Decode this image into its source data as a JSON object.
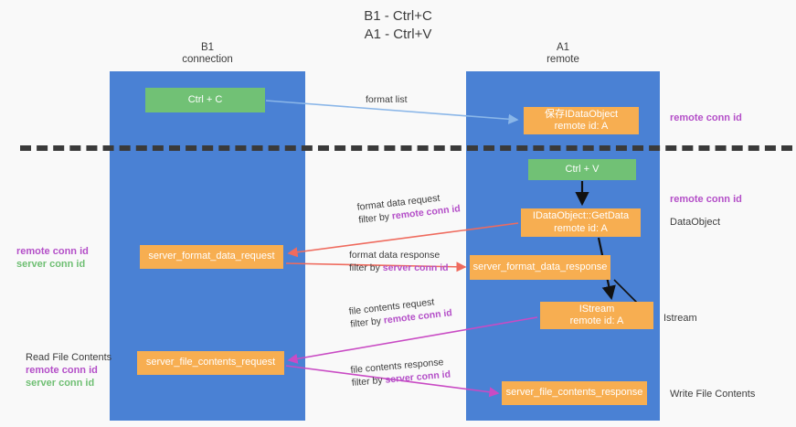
{
  "title": {
    "line1": "B1 - Ctrl+C",
    "line2": "A1 - Ctrl+V"
  },
  "lanes": [
    {
      "id": "b1",
      "name": "B1",
      "sub": "connection",
      "color": "#4a81d4"
    },
    {
      "id": "a1",
      "name": "A1",
      "sub": "remote",
      "color": "#4a81d4"
    }
  ],
  "colors": {
    "lane": "#4a81d4",
    "green_node": "#71c175",
    "orange_node": "#f7ae51",
    "purple_text": "#b44fc8",
    "green_text": "#6fbf73",
    "blue_arrow": "#8ab6e8",
    "red_arrow": "#ef6b5e",
    "magenta_arrow": "#c94bc4",
    "black_arrow": "#111111",
    "divider": "#3a3a3a",
    "background": "#f9f9f9"
  },
  "nodes": {
    "ctrl_c": {
      "line1": "Ctrl + C",
      "line2": ""
    },
    "dataobject_store": {
      "line1": "保存IDataObject",
      "line2": "remote id: A"
    },
    "ctrl_v": {
      "line1": "Ctrl + V",
      "line2": ""
    },
    "getdata": {
      "line1": "IDataObject::GetData",
      "line2": "remote id: A"
    },
    "server_format_data_request": {
      "line1": "server_format_data_request",
      "line2": ""
    },
    "server_format_data_response": {
      "line1": "server_format_data_response",
      "line2": ""
    },
    "istream": {
      "line1": "IStream",
      "line2": "remote id: A"
    },
    "server_file_contents_request": {
      "line1": "server_file_contents_request",
      "line2": ""
    },
    "server_file_contents_response": {
      "line1": "server_file_contents_response",
      "line2": ""
    }
  },
  "edge_labels": {
    "format_list": {
      "main": "format list",
      "filter_prefix": "",
      "filter_key": ""
    },
    "format_data_request": {
      "main": "format data request",
      "filter_prefix": "filter by ",
      "filter_key": "remote conn id"
    },
    "format_data_response": {
      "main": "format data response",
      "filter_prefix": "filter by ",
      "filter_key": "server conn id"
    },
    "file_contents_request": {
      "main": "file contents request",
      "filter_prefix": "filter by ",
      "filter_key": "remote conn id"
    },
    "file_contents_response": {
      "main": "file contents response",
      "filter_prefix": "filter by ",
      "filter_key": "server conn id"
    }
  },
  "annotations": {
    "right_remote_conn_id_top": "remote conn id",
    "right_remote_conn_id_mid": "remote conn id",
    "right_dataobject": "DataObject",
    "right_istream": "Istream",
    "right_write_file_contents": "Write File Contents",
    "left_remote_conn_id": "remote conn id",
    "left_server_conn_id": "server conn id",
    "left_read_file_contents": "Read File Contents",
    "left_read_remote_conn_id": "remote conn id",
    "left_read_server_conn_id": "server conn id"
  }
}
